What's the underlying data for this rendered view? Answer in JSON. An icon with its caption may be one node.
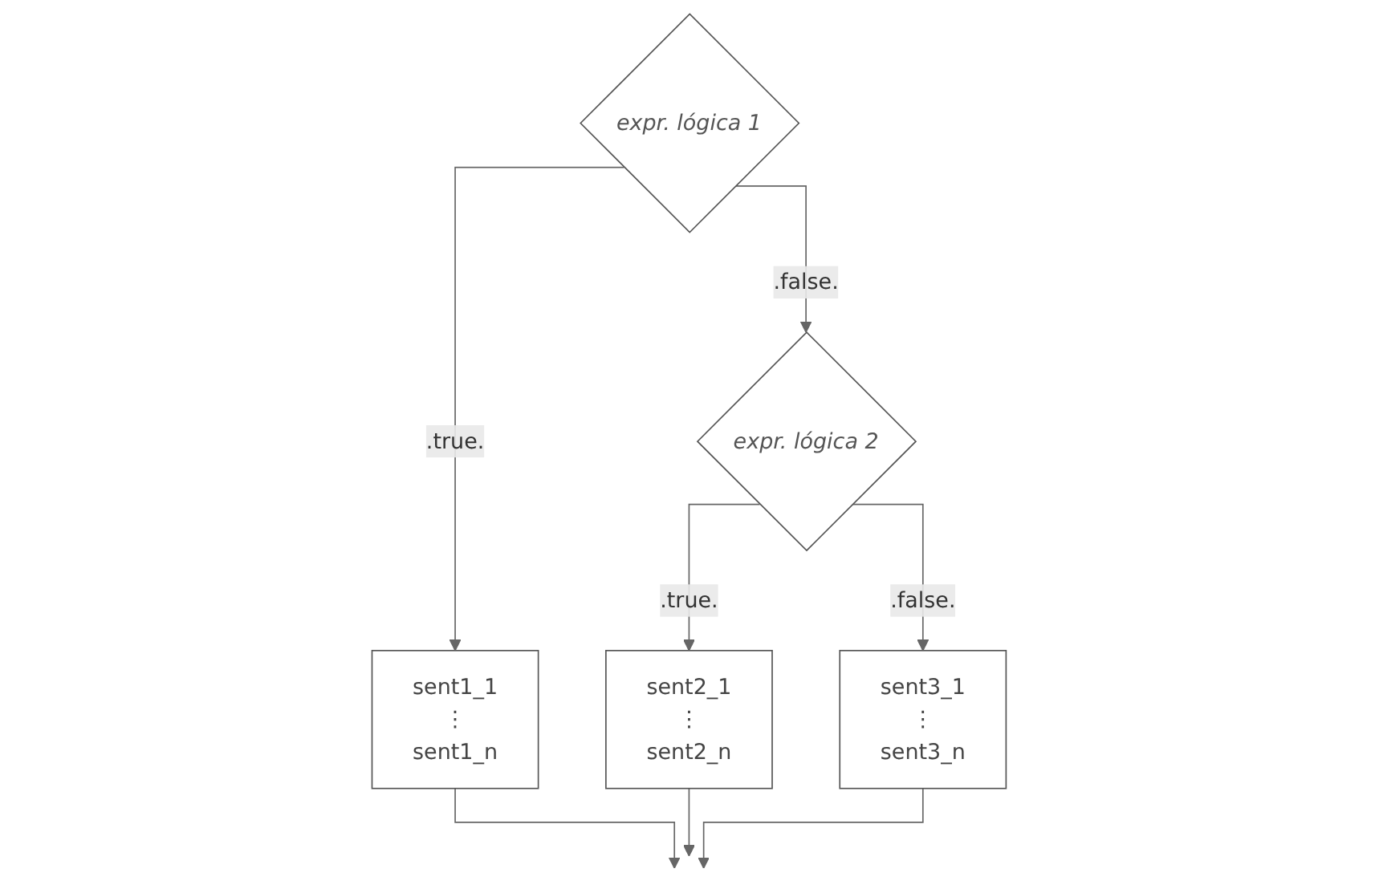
{
  "diagram": {
    "nodes": [
      {
        "text": [
          "expr. lógica 1"
        ]
      },
      {
        "text": [
          "sent1_1",
          "⋮",
          "sent1_n"
        ]
      },
      {
        "text": [
          "expr. lógica 2"
        ]
      },
      {
        "text": [
          "sent2_1",
          "⋮",
          "sent2_n"
        ]
      },
      {
        "text": [
          "sent3_1",
          "⋮",
          "sent3_n"
        ]
      }
    ],
    "edges": [
      {
        "from": 0,
        "to": 1,
        "label": ".true.",
        "arrow": "to"
      },
      {
        "from": 0,
        "to": 2,
        "label": ".false.",
        "arrow": "to"
      },
      {
        "from": 2,
        "to": 3,
        "label": ".true.",
        "arrow": "to"
      },
      {
        "from": 2,
        "to": 4,
        "label": ".false.",
        "arrow": "to"
      },
      {
        "from": 1,
        "to": null,
        "arrow": "to"
      },
      {
        "from": 3,
        "to": null,
        "arrow": "to"
      },
      {
        "from": 4,
        "to": null,
        "arrow": "to"
      }
    ]
  }
}
